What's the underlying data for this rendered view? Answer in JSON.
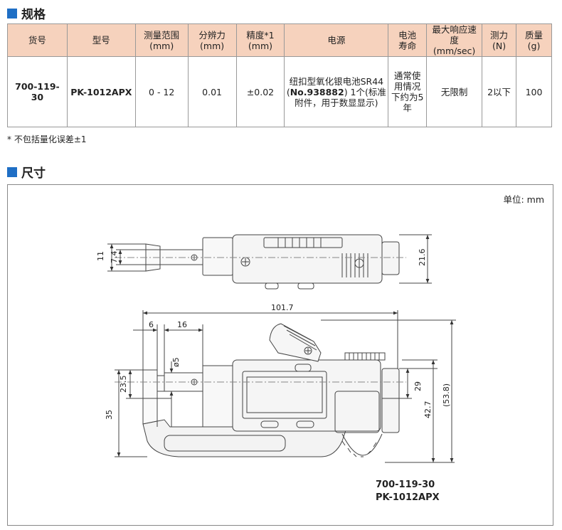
{
  "spec_title": "规格",
  "dimension_title": "尺寸",
  "table": {
    "headers": [
      "货号",
      "型号",
      "测量范围\n(mm)",
      "分辨力\n(mm)",
      "精度*1\n(mm)",
      "电源",
      "电池\n寿命",
      "最大响应速度\n(mm/sec)",
      "测力\n(N)",
      "质量\n(g)"
    ],
    "row": {
      "code": "700-119-30",
      "model": "PK-1012APX",
      "range": "0 - 12",
      "resolution": "0.01",
      "accuracy": "±0.02",
      "power_pre": "纽扣型氧化银电池SR44 (",
      "power_bold": "No.938882",
      "power_post": ") 1个(标准附件，用于数显显示)",
      "battery_life": "通常使用情况下约为5年",
      "response": "无限制",
      "force": "2以下",
      "mass": "100"
    }
  },
  "note": "* 不包括量化误差±1",
  "unit_label": "单位: mm",
  "dims": {
    "d11": "11",
    "d7_4": "7.4",
    "d21_6": "21.6",
    "d101_7": "101.7",
    "d6": "6",
    "d16": "16",
    "d_phi5": "ø5",
    "d35": "35",
    "d23_5": "23.5",
    "d29": "29",
    "d42_7": "42.7",
    "d53_8": "(53.8)"
  },
  "model_code": "700-119-30",
  "model_name": "PK-1012APX",
  "colors": {
    "header_bg": "#f6d2bd",
    "title_marker": "#1f6fc5"
  }
}
